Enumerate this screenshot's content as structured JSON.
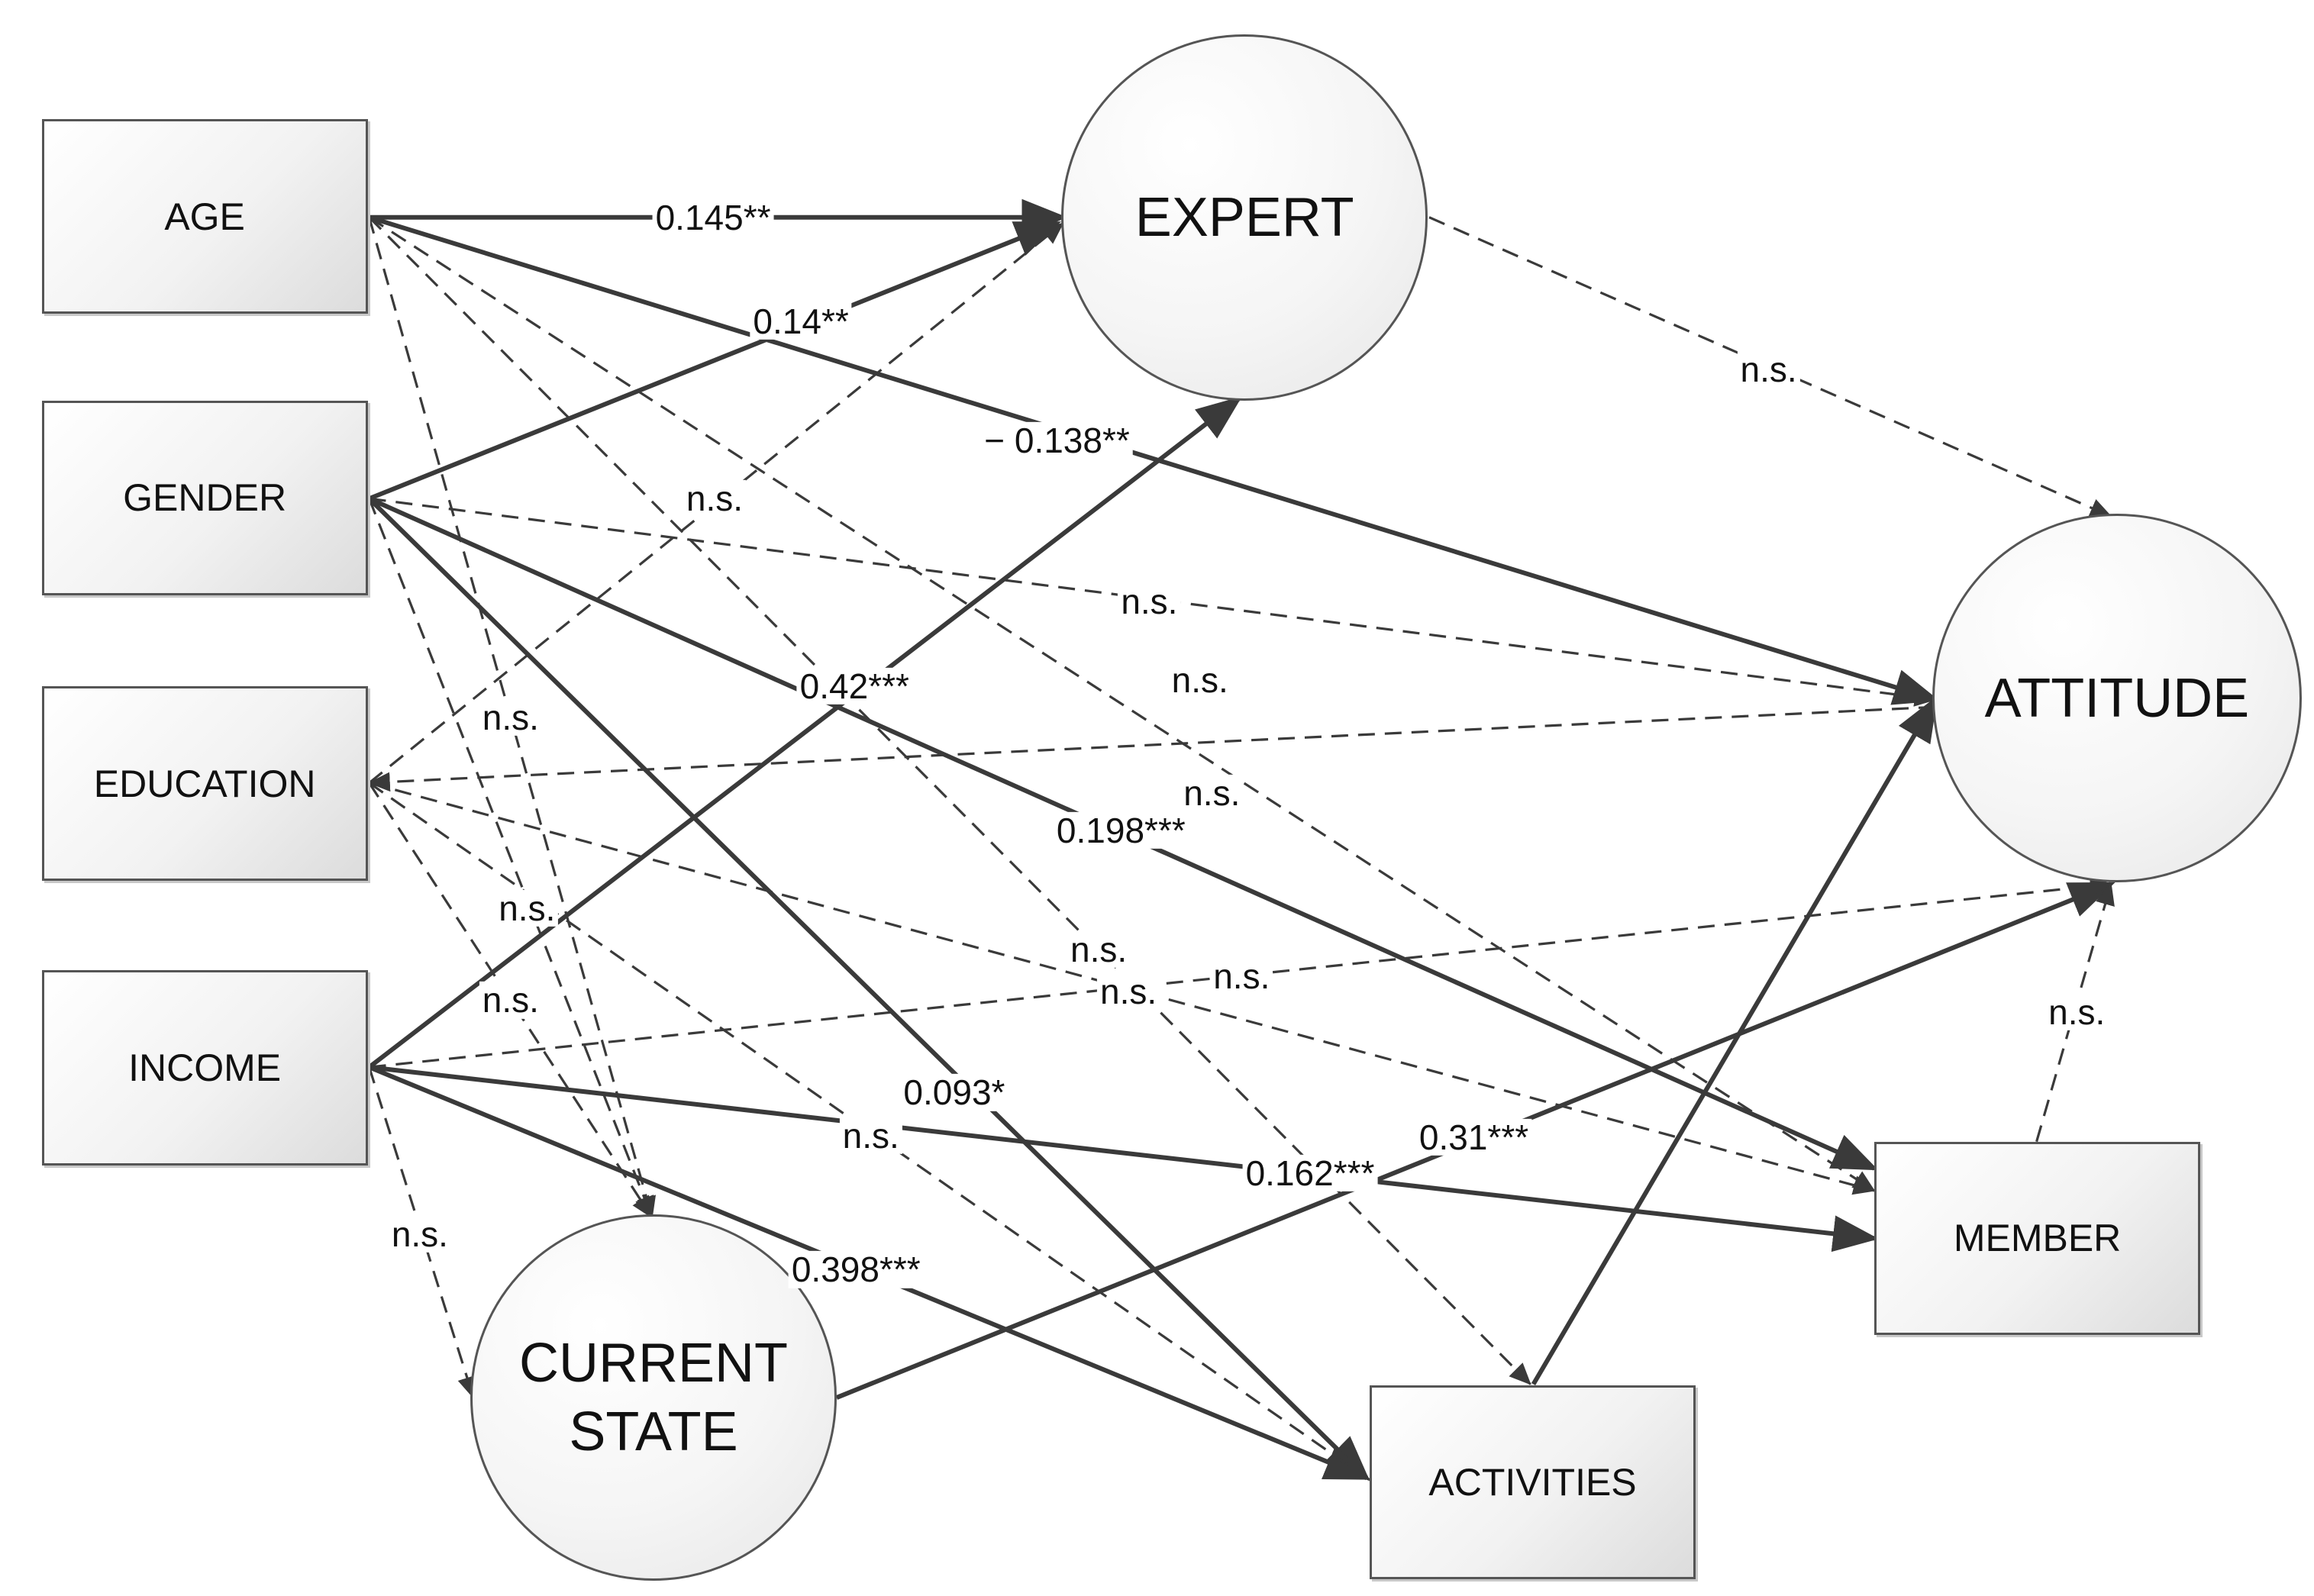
{
  "nodes": {
    "age": "AGE",
    "gender": "GENDER",
    "education": "EDUCATION",
    "income": "INCOME",
    "expert": "EXPERT",
    "current_state": "CURRENT\nSTATE",
    "attitude": "ATTITUDE",
    "member": "MEMBER",
    "activities": "ACTIVITIES"
  },
  "paths": [
    {
      "from": "age",
      "to": "expert",
      "style": "solid",
      "label": "0.145**"
    },
    {
      "from": "gender",
      "to": "expert",
      "style": "solid",
      "label": "0.14**"
    },
    {
      "from": "age",
      "to": "attitude",
      "style": "solid",
      "label": "− 0.138**"
    },
    {
      "from": "income",
      "to": "expert",
      "style": "solid",
      "label": "0.42***"
    },
    {
      "from": "gender",
      "to": "member",
      "style": "solid",
      "label": "0.198***"
    },
    {
      "from": "gender",
      "to": "activities",
      "style": "solid",
      "label": "0.093*"
    },
    {
      "from": "income",
      "to": "member",
      "style": "solid",
      "label": "0.162***"
    },
    {
      "from": "income",
      "to": "activities",
      "style": "solid",
      "label": "0.398***"
    },
    {
      "from": "current_state",
      "to": "attitude",
      "style": "solid",
      "label": "0.31***"
    },
    {
      "from": "activities",
      "to": "attitude",
      "style": "solid",
      "label": ""
    },
    {
      "from": "member",
      "to": "attitude",
      "style": "dashed",
      "label": "n.s."
    },
    {
      "from": "expert",
      "to": "attitude",
      "style": "dashed",
      "label": "n.s."
    },
    {
      "from": "education",
      "to": "expert",
      "style": "dashed",
      "label": "n.s."
    },
    {
      "from": "gender",
      "to": "attitude",
      "style": "dashed",
      "label": "n.s."
    },
    {
      "from": "age",
      "to": "member",
      "style": "dashed",
      "label": "n.s."
    },
    {
      "from": "attitude",
      "to": "education",
      "style": "dashed",
      "label": "n.s."
    },
    {
      "from": "age",
      "to": "activities",
      "style": "dashed",
      "label": "n.s."
    },
    {
      "from": "education",
      "to": "member",
      "style": "dashed",
      "label": "n.s."
    },
    {
      "from": "income",
      "to": "attitude",
      "style": "dashed",
      "label": "n.s."
    },
    {
      "from": "education",
      "to": "activities",
      "style": "dashed",
      "label": "n.s."
    },
    {
      "from": "age",
      "to": "current_state",
      "style": "dashed",
      "label": "n.s."
    },
    {
      "from": "gender",
      "to": "current_state",
      "style": "dashed",
      "label": "n.s."
    },
    {
      "from": "education",
      "to": "current_state",
      "style": "dashed",
      "label": "n.s."
    },
    {
      "from": "income",
      "to": "current_state",
      "style": "dashed",
      "label": "n.s."
    }
  ]
}
